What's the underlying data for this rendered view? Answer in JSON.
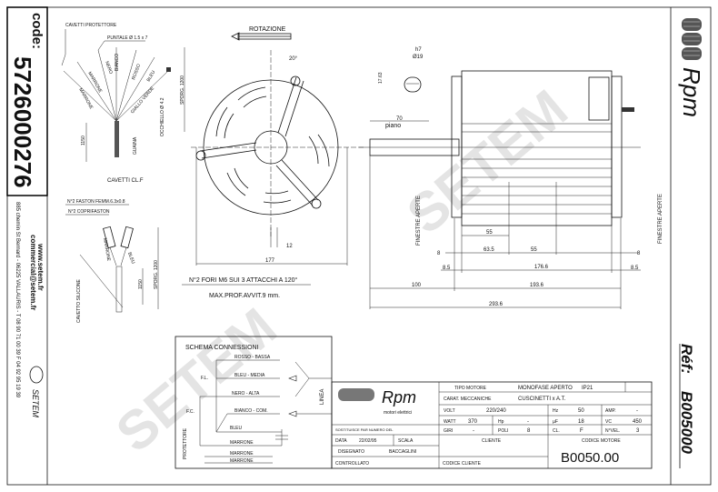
{
  "left_panel": {
    "code_label": "code:",
    "code_value": "5726000276",
    "website": "www.setem.fr",
    "email": "commercial@setem.fr",
    "address": "885 chemin St Bernard  -  06225 VALLAURIS  -  T 08 90 71 00 39  F 04 92 95 19 39",
    "brand_logo_text": "SETEM"
  },
  "right_panel": {
    "logo_text": "Rpm",
    "ref_label": "Réf:",
    "ref_value": "B005000"
  },
  "watermark": "SETEM",
  "wires_top": {
    "protector_label": "CAVETTI PROTETTORE",
    "tip_label": "PUNTALE Ø 1.5 x 7",
    "wires": [
      "MARRONE",
      "MARRONE",
      "NERO",
      "BIANCO",
      "ROSSO",
      "BLEU",
      "GIALLO VERDE"
    ],
    "eyelet_label": "OCCHIELLO Ø 4.2",
    "length_label": "SPORG. 1200",
    "sheath_label": "GUAINA",
    "sheath_length": "1150",
    "caption": "CAVETTI CL.F"
  },
  "wires_bottom": {
    "faston_label": "N°2 FASTON FEMM.6.3x0.8",
    "cover_label": "N°2 COPRIFASTON",
    "wires": [
      "MARRONE",
      "BLEU"
    ],
    "cable_label": "CAVETTO SILICONE",
    "sheath_length": "1150",
    "length_label": "SPORG. 1200"
  },
  "front_view": {
    "rotation_label": "ROTAZIONE",
    "angle": "20°",
    "dim_12": "12",
    "dim_177": "177",
    "holes_note": "N°2 FORI M6 SUI 3 ATTACCHI A 120°",
    "depth_note": "MAX.PROF.AVVIT.9 mm."
  },
  "side_view": {
    "shaft_tol": "h7",
    "shaft_dia": "Ø19",
    "flat_dim": "17.63",
    "flat_len": "70",
    "flat_label": "piano",
    "windows_label": "FINESTRE APERTE",
    "dims": {
      "d55a": "55",
      "d8l": "8",
      "d63_5": "63.5",
      "d55b": "55",
      "d8r": "8",
      "d8_5l": "8.5",
      "d176_6": "176.6",
      "d8_5r": "8.5",
      "d100": "100",
      "d193_6": "193.6",
      "d293_6": "293.6"
    }
  },
  "schema": {
    "title": "SCHEMA CONNESSIONI",
    "wires": [
      "ROSSO - BASSA",
      "BLEU - MEDIA",
      "NERO - ALTA",
      "BIANCO - COM.",
      "BLEU",
      "MARRONE",
      "MARRONE",
      "MARRONE"
    ],
    "fl_label": "F.L.",
    "fc_label": "F.C.",
    "line_label": "LINEA",
    "protector_label": "PROTETTORE"
  },
  "title_block": {
    "logo_text": "Rpm",
    "logo_sub": "motori elettrici",
    "tipo_label": "TIPO MOTORE",
    "tipo_value": "MONOFASE APERTO",
    "ip_value": "IP21",
    "carat_label": "CARAT. MECCANICHE",
    "carat_value": "CUSCINETTI x A.T.",
    "volt_label": "VOLT",
    "volt_value": "220/240",
    "hz_label": "Hz",
    "hz_value": "50",
    "amp_label": "AMP.",
    "amp_value": "-",
    "watt_label": "WATT",
    "watt_value": "370",
    "hp_label": "Hp",
    "hp_value": "-",
    "uf_label": "µF",
    "uf_value": "18",
    "vc_label": "VC",
    "vc_value": "450",
    "giri_label": "GIRI",
    "giri_value": "-",
    "poli_label": "POLI",
    "poli_value": "8",
    "cl_label": "CL.",
    "cl_value": "F",
    "vel_label": "N°VEL.",
    "vel_value": "3",
    "sostituisce_label": "SOSTITUISCE PAR NUMERO DEL",
    "data_label": "DATA",
    "data_value": "22/02/95",
    "scala_label": "SCALA",
    "disegnato_label": "DISEGNATO",
    "disegnato_value": "BACCAGLINI",
    "controllato_label": "CONTROLLATO",
    "cliente_label": "CLIENTE",
    "codice_cliente_label": "CODICE CLIENTE",
    "codice_motore_label": "CODICE MOTORE",
    "codice_motore_value": "B0050.00"
  }
}
